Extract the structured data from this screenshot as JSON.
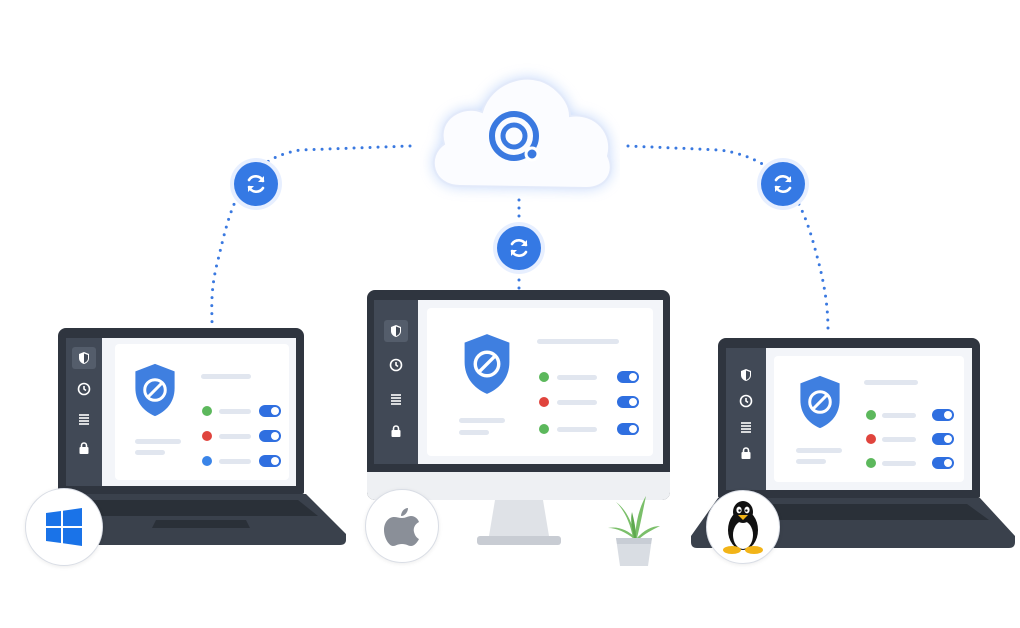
{
  "scene": {
    "description_key": "multi-platform-cloud-sync",
    "colors": {
      "accent": "#3579e4",
      "sidebar": "#414956",
      "device_body": "#3a414c",
      "green": "#5cb85c",
      "red": "#e0443d",
      "blue_dot": "#3a84e8",
      "toggle": "#2f6fe0"
    },
    "cloud": {
      "icon": "target-icon"
    },
    "sync_icons": [
      "sync-icon",
      "sync-icon",
      "sync-icon"
    ],
    "devices": [
      {
        "id": "windows-laptop",
        "os": "windows-logo-icon",
        "status_dots": [
          "green",
          "red",
          "blue"
        ]
      },
      {
        "id": "mac-desktop",
        "os": "apple-logo-icon",
        "status_dots": [
          "green",
          "red",
          "green"
        ]
      },
      {
        "id": "linux-laptop",
        "os": "tux-logo-icon",
        "status_dots": [
          "green",
          "red",
          "green"
        ]
      }
    ],
    "sidebar_icons": [
      "shield-icon",
      "clock-icon",
      "list-icon",
      "lock-icon"
    ],
    "decor": [
      "plant-icon"
    ]
  }
}
